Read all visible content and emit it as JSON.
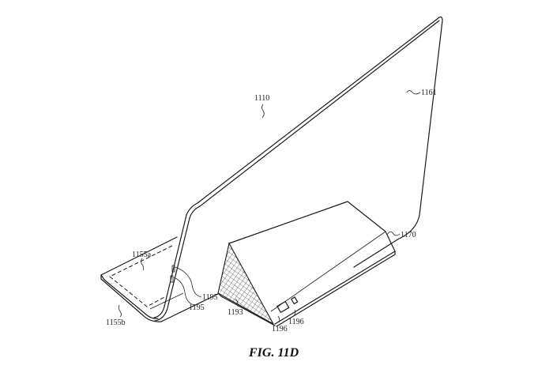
{
  "figure": {
    "caption": "FIG. 11D",
    "description": "Patent drawing: rear perspective view of a display with a bent-sheet foot and a triangular stand housing",
    "stroke_color": "#1a1a1a",
    "background_color": "#ffffff",
    "hatch_color": "#555555"
  },
  "labels": {
    "display": "1110",
    "rear_surface": "1161",
    "stand": "1170",
    "foot_top": "1155a",
    "foot_bottom": "1155b",
    "hinge_upper": "1195",
    "hinge_lower": "1195",
    "mesh_vent": "1193",
    "port_left": "1196",
    "port_right": "1196"
  }
}
